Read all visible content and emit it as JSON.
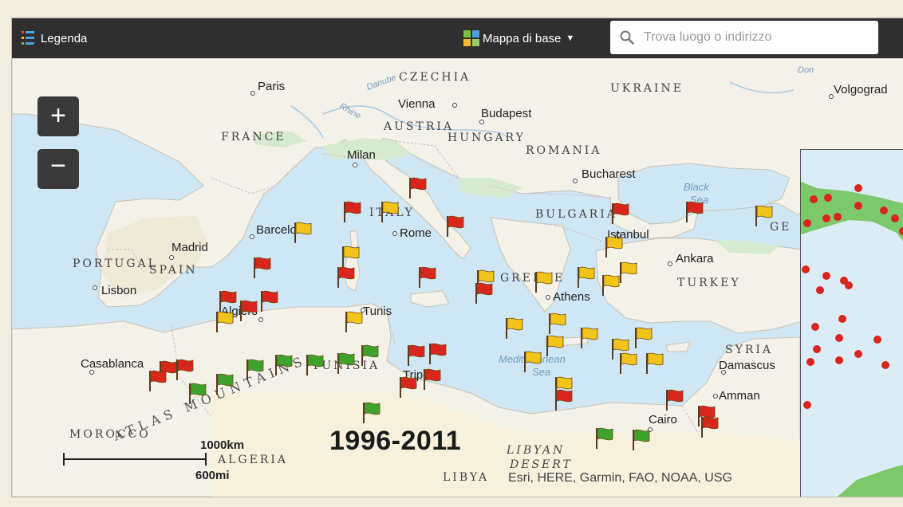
{
  "toolbar": {
    "legend_label": "Legenda",
    "basemap_label": "Mappa di base",
    "search_placeholder": "Trova luogo o indirizzo"
  },
  "zoom": {
    "in": "+",
    "out": "−"
  },
  "attribution": "Esri, HERE, Garmin, FAO, NOAA, USG",
  "period_label": "1996-2011",
  "scale": {
    "km": "1000km",
    "mi": "600mi"
  },
  "colors": {
    "red": "#d9261c",
    "yellow": "#f2c318",
    "green": "#3ea32d",
    "land": "#f3f1e8",
    "sea": "#cfe6f4",
    "forest": "#d6ead0"
  },
  "labels": {
    "countries": [
      {
        "name": "czechia",
        "text": "CZECHIA"
      },
      {
        "name": "ukraine",
        "text": "UKRAINE"
      },
      {
        "name": "france",
        "text": "FRANCE"
      },
      {
        "name": "austria",
        "text": "AUSTRIA"
      },
      {
        "name": "hungary",
        "text": "HUNGARY"
      },
      {
        "name": "romania",
        "text": "ROMANIA"
      },
      {
        "name": "italy",
        "text": "ITALY"
      },
      {
        "name": "bulgaria",
        "text": "BULGARIA"
      },
      {
        "name": "portugal",
        "text": "PORTUGAL"
      },
      {
        "name": "spain",
        "text": "SPAIN"
      },
      {
        "name": "greece",
        "text": "GREECE"
      },
      {
        "name": "turkey",
        "text": "TURKEY"
      },
      {
        "name": "syria",
        "text": "SYRIA"
      },
      {
        "name": "tunisia",
        "text": "TUNISIA"
      },
      {
        "name": "morocco",
        "text": "MOROCCO"
      },
      {
        "name": "algeria",
        "text": "ALGERIA"
      },
      {
        "name": "libya",
        "text": "LIBYA"
      },
      {
        "name": "georgia",
        "text": "GE"
      }
    ],
    "cities": [
      {
        "name": "paris",
        "text": "Paris"
      },
      {
        "name": "vienna",
        "text": "Vienna"
      },
      {
        "name": "budapest",
        "text": "Budapest"
      },
      {
        "name": "volgograd",
        "text": "Volgograd"
      },
      {
        "name": "milan",
        "text": "Milan"
      },
      {
        "name": "bucharest",
        "text": "Bucharest"
      },
      {
        "name": "barcelona",
        "text": "Barcelona"
      },
      {
        "name": "rome",
        "text": "Rome"
      },
      {
        "name": "istanbul",
        "text": "Istanbul"
      },
      {
        "name": "madrid",
        "text": "Madrid"
      },
      {
        "name": "ankara",
        "text": "Ankara"
      },
      {
        "name": "lisbon",
        "text": "Lisbon"
      },
      {
        "name": "algiers",
        "text": "Algiers"
      },
      {
        "name": "tunis",
        "text": "Tunis"
      },
      {
        "name": "athens",
        "text": "Athens"
      },
      {
        "name": "casablanca",
        "text": "Casablanca"
      },
      {
        "name": "damascus",
        "text": "Damascus"
      },
      {
        "name": "tripoli",
        "text": "Tripoli"
      },
      {
        "name": "amman",
        "text": "Amman"
      },
      {
        "name": "cairo",
        "text": "Cairo"
      }
    ],
    "seas": [
      {
        "name": "black-sea-1",
        "text": "Black"
      },
      {
        "name": "black-sea-2",
        "text": "Sea"
      },
      {
        "name": "med-sea-1",
        "text": "Mediterranean"
      },
      {
        "name": "med-sea-2",
        "text": "Sea"
      }
    ],
    "rivers": [
      {
        "name": "danube",
        "text": "Danube"
      },
      {
        "name": "rhine",
        "text": "Rhine"
      },
      {
        "name": "don",
        "text": "Don"
      }
    ],
    "mountains": {
      "text": "ATLAS MOUNTAINS"
    },
    "desert": [
      {
        "name": "libyan-desert-1",
        "text": "LIBYAN"
      },
      {
        "name": "libyan-desert-2",
        "text": "DESERT"
      }
    ]
  }
}
